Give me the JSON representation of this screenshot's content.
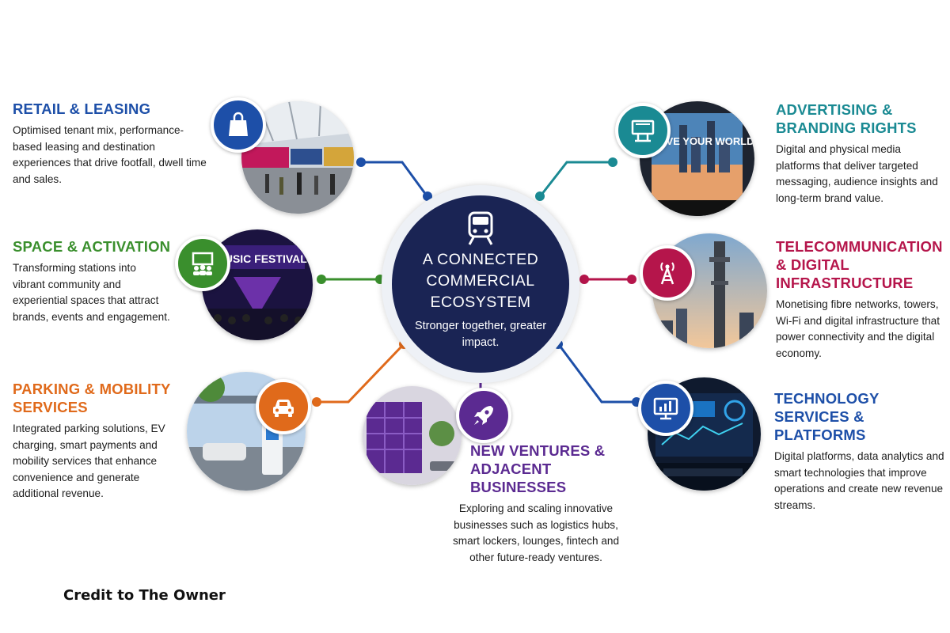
{
  "hub": {
    "title": "A CONNECTED COMMERCIAL ECOSYSTEM",
    "tagline": "Stronger together, greater impact.",
    "icon": "train-icon",
    "color": "#1a2454"
  },
  "segments": [
    {
      "key": "retail",
      "title": "RETAIL & LEASING",
      "description": "Optimised tenant mix, performance-based leasing and destination experiences that drive footfall, dwell time and sales.",
      "color": "#1d4fa8",
      "icon": "shopping-bag-icon"
    },
    {
      "key": "space",
      "title": "SPACE & ACTIVATION",
      "description": "Transforming stations into vibrant community and experiential spaces that attract brands, events and engagement.",
      "color": "#3a8f2d",
      "icon": "audience-stage-icon",
      "photo_text": "MUSIC FESTIVAL"
    },
    {
      "key": "parking",
      "title": "PARKING & MOBILITY SERVICES",
      "description": "Integrated parking solutions, EV charging, smart payments and mobility services that enhance convenience and generate additional revenue.",
      "color": "#e06a1b",
      "icon": "car-icon"
    },
    {
      "key": "ventures",
      "title": "NEW VENTURES & ADJACENT BUSINESSES",
      "description": "Exploring and scaling innovative businesses such as logistics hubs, smart lockers, lounges, fintech and other future-ready ventures.",
      "color": "#5b2a91",
      "icon": "rocket-icon"
    },
    {
      "key": "advertising",
      "title": "ADVERTISING & BRANDING RIGHTS",
      "description": "Digital and physical media platforms that deliver targeted messaging, audience insights and long-term brand value.",
      "color": "#1a8a93",
      "icon": "billboard-icon",
      "photo_text": "LIVE YOUR WORLD"
    },
    {
      "key": "telecom",
      "title": "TELECOMMUNICATION & DIGITAL INFRASTRUCTURE",
      "description": "Monetising fibre networks, towers, Wi-Fi and digital infrastructure that power connectivity and the digital economy.",
      "color": "#b5154b",
      "icon": "antenna-tower-icon"
    },
    {
      "key": "technology",
      "title": "TECHNOLOGY SERVICES & PLATFORMS",
      "description": "Digital platforms, data analytics and smart technologies that improve operations and create new revenue streams.",
      "color": "#1d4fa8",
      "icon": "analytics-monitor-icon"
    }
  ],
  "credit": "Credit to The Owner"
}
